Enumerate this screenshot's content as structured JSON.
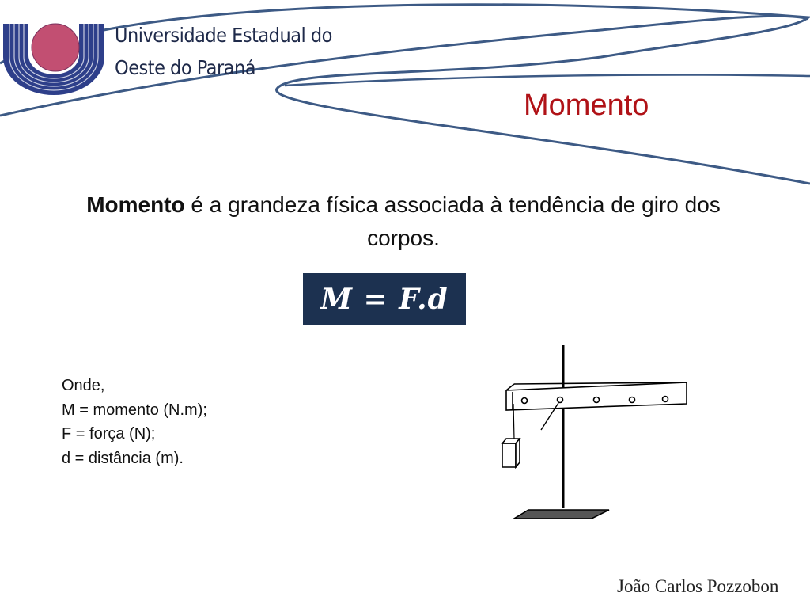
{
  "header": {
    "university_line1": "Universidade Estadual do",
    "university_line2": "Oeste do Paraná",
    "title": "Momento"
  },
  "body": {
    "definition_term": "Momento",
    "definition_rest": " é a grandeza física associada à tendência de giro dos corpos.",
    "formula": "M = F.d",
    "where_label": "Onde,",
    "variables": [
      "M = momento (N.m);",
      "F = força (N);",
      "d = distância (m)."
    ]
  },
  "footer": {
    "author": "João Carlos Pozzobon"
  },
  "colors": {
    "title": "#b01217",
    "formula_bg": "#1c3150",
    "swoosh": "#3d5a85",
    "logo_blue": "#2e3f8a",
    "logo_pink": "#c24f72"
  },
  "icons": {
    "logo": "unioeste-logo",
    "apparatus": "lever-stand-illustration"
  }
}
